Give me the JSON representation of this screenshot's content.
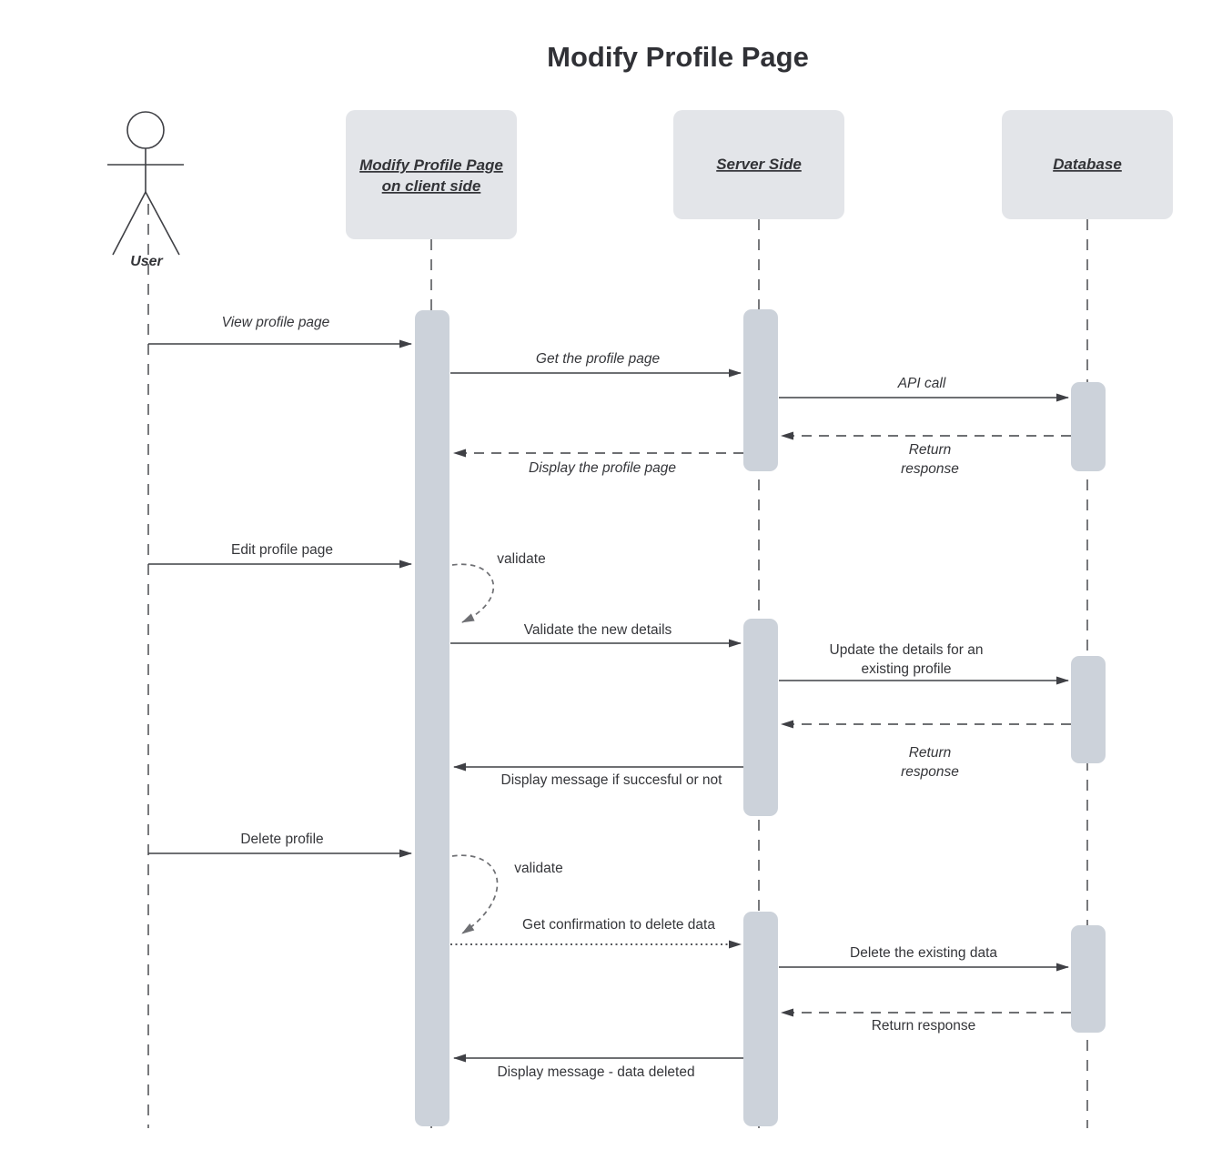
{
  "title": "Modify Profile Page",
  "actor": {
    "label": "User"
  },
  "lifelines": {
    "client": {
      "line1": "Modify Profile Page",
      "line2": "on client side"
    },
    "server": {
      "label": "Server Side"
    },
    "database": {
      "label": "Database"
    }
  },
  "messages": {
    "view_profile": {
      "label": "View profile page",
      "from": "User",
      "to": "client",
      "style": "solid"
    },
    "get_profile": {
      "label": "Get the profile page",
      "from": "client",
      "to": "server",
      "style": "solid"
    },
    "api_call": {
      "label": "API call",
      "from": "server",
      "to": "database",
      "style": "solid"
    },
    "return_response_1": {
      "line1": "Return",
      "line2": "response",
      "from": "database",
      "to": "server",
      "style": "dashed"
    },
    "display_profile": {
      "label": "Display the profile page",
      "from": "server",
      "to": "client",
      "style": "dashed"
    },
    "edit_profile": {
      "label": "Edit profile page",
      "from": "User",
      "to": "client",
      "style": "solid"
    },
    "validate_1": {
      "label": "validate",
      "from": "client",
      "to": "client",
      "style": "self-loop"
    },
    "validate_details": {
      "label": "Validate the new details",
      "from": "client",
      "to": "server",
      "style": "solid"
    },
    "update_details": {
      "line1": "Update the details for an",
      "line2": "existing profile",
      "from": "server",
      "to": "database",
      "style": "solid"
    },
    "return_response_2": {
      "line1": "Return",
      "line2": "response",
      "from": "database",
      "to": "server",
      "style": "dashed"
    },
    "display_message_success": {
      "label": "Display message if succesful or not",
      "from": "server",
      "to": "client",
      "style": "solid"
    },
    "delete_profile": {
      "label": "Delete profile",
      "from": "User",
      "to": "client",
      "style": "solid"
    },
    "validate_2": {
      "label": "validate",
      "from": "client",
      "to": "client",
      "style": "self-loop"
    },
    "get_confirmation": {
      "label": "Get confirmation to delete data",
      "from": "client",
      "to": "server",
      "style": "dotted"
    },
    "delete_data": {
      "label": "Delete the existing data",
      "from": "server",
      "to": "database",
      "style": "solid"
    },
    "return_response_3": {
      "label": "Return response",
      "from": "database",
      "to": "server",
      "style": "dashed"
    },
    "display_message_deleted": {
      "label": "Display message - data deleted",
      "from": "server",
      "to": "client",
      "style": "solid"
    }
  },
  "colors": {
    "header_fill": "#e3e5e9",
    "activation_fill": "#ccd2da",
    "line_color": "#3f4045",
    "loop_color": "#6e6f73",
    "text_color": "#35363a",
    "title_color": "#303136",
    "bg": "#ffffff"
  }
}
